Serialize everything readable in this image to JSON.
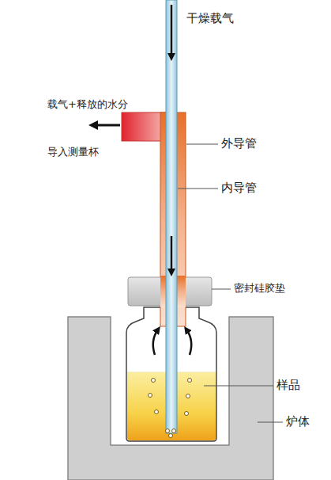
{
  "diagram": {
    "labels": [
      "干燥载气",
      "载气+释放的水分",
      "导入测量杯",
      "外导管",
      "内导管",
      "密封硅胶垫",
      "样品",
      "炉体"
    ]
  }
}
